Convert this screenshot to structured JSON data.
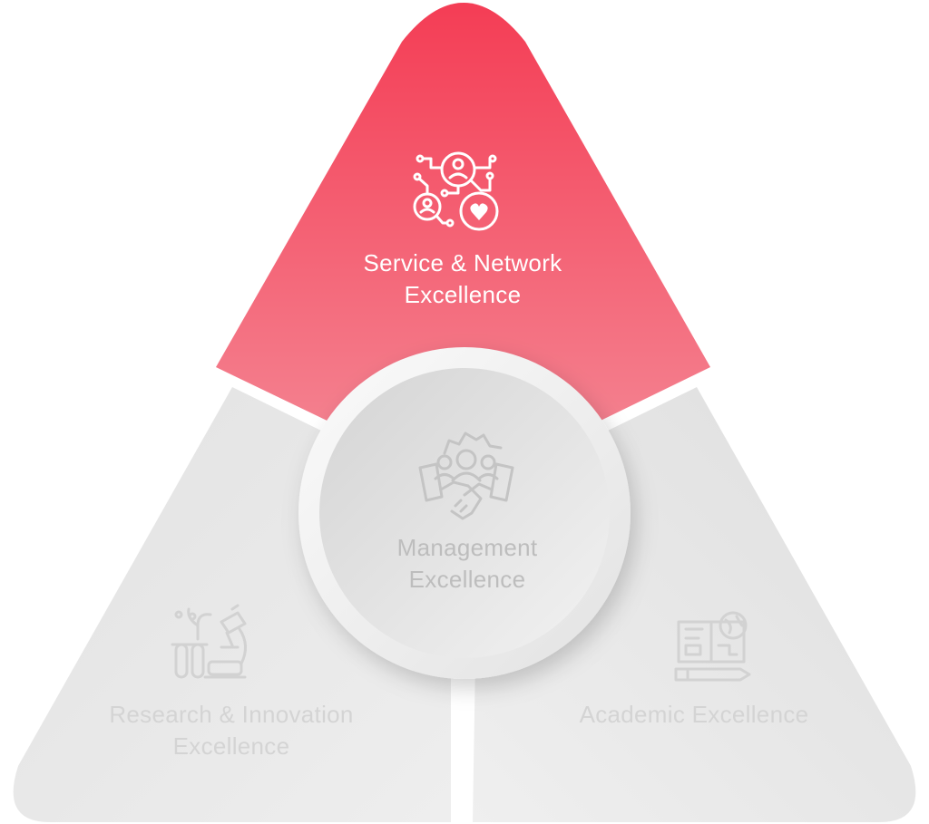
{
  "diagram": {
    "segments": {
      "top": {
        "line1": "Service & Network",
        "line2": "Excellence",
        "icon": "network-people-heart-icon",
        "gradient": [
          "#f43d55",
          "#f48a97"
        ],
        "text_color": "#ffffff"
      },
      "center": {
        "line1": "Management",
        "line2": "Excellence",
        "icon": "handshake-gear-team-icon",
        "text_color": "#bdbdbd"
      },
      "left": {
        "line1": "Research & Innovation",
        "line2": "Excellence",
        "icon": "microscope-lab-icon",
        "text_color": "#d4d4d4"
      },
      "right": {
        "line1": "Academic Excellence",
        "icon": "book-globe-pencil-icon",
        "text_color": "#d4d4d4"
      }
    }
  }
}
